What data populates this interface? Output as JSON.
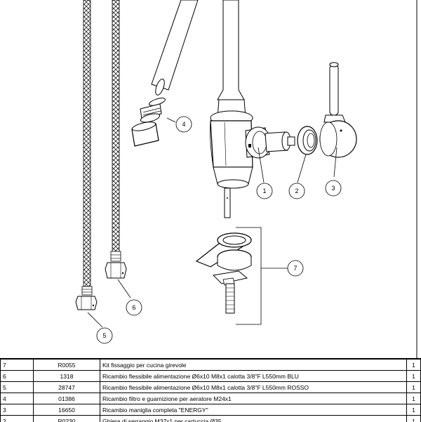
{
  "callouts": [
    "1",
    "2",
    "3",
    "4",
    "5",
    "6",
    "7"
  ],
  "parts": [
    {
      "pos": "7",
      "code": "R0055",
      "desc": "Kit fissaggio per cucina girevole",
      "qty": "1"
    },
    {
      "pos": "6",
      "code": "1318",
      "desc": "Ricambio flessibile alimentazione Ø6x10 M8x1 calotta 3/8\"F L550mm BLU",
      "qty": "1"
    },
    {
      "pos": "5",
      "code": "28747",
      "desc": "Ricambio flessibile alimentazione Ø6x10 M8x1 calotta 3/8\"F L550mm ROSSO",
      "qty": "1"
    },
    {
      "pos": "4",
      "code": "01386",
      "desc": "Ricambio filtro e guarnizione per aeratore M24x1",
      "qty": "1"
    },
    {
      "pos": "3",
      "code": "16650",
      "desc": "Ricambio maniglia completa \"ENERGY\"",
      "qty": "1"
    },
    {
      "pos": "2",
      "code": "R0230",
      "desc": "Ghiera di serraggio M37x1 per cartuccia Ø35",
      "qty": "1"
    }
  ]
}
